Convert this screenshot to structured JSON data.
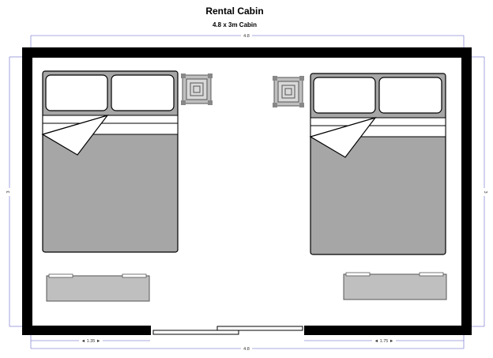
{
  "plan": {
    "title": "Rental Cabin",
    "subtitle": "4.8 x 3m Cabin",
    "dimensions": {
      "top": "4.8",
      "bottom": "4.8",
      "left": "3",
      "right": "3",
      "bottom_left_segment": "◄ 1.35 ►",
      "bottom_right_segment": "◄ 1.75 ►"
    }
  },
  "colors": {
    "wall": "#000000",
    "bed_body": "#a6a6a6",
    "furniture": "#bfbfbf",
    "dimension_line": "#8c8cd9",
    "outline": "#000000"
  },
  "furniture": {
    "beds": [
      "double-bed-left",
      "double-bed-right"
    ],
    "nightstands": [
      "nightstand-left",
      "nightstand-right"
    ],
    "benches": [
      "bench-left",
      "bench-right"
    ],
    "door": "sliding-door"
  }
}
